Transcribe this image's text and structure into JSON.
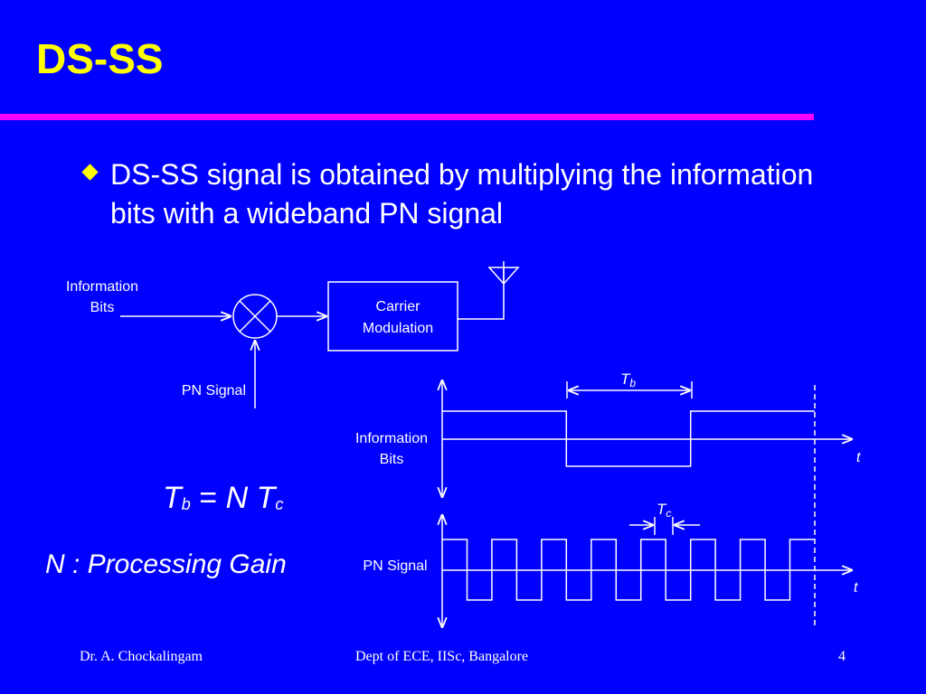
{
  "slide": {
    "title": "DS-SS",
    "bullet": "DS-SS signal is obtained by multiplying the information bits with a wideband PN signal",
    "equation": {
      "lhs": "T",
      "lhs_sub": "b",
      "eq": "=",
      "n": "N",
      "rhs": "T",
      "rhs_sub": "c"
    },
    "processing_gain": "N : Processing Gain",
    "colors": {
      "background": "#0000ff",
      "title": "#ffff00",
      "rule": "#ff00ff",
      "text": "#ffffff"
    }
  },
  "block_diagram": {
    "input_label_line1": "Information",
    "input_label_line2": "Bits",
    "pn_label": "PN Signal",
    "mixer_icon": "multiplier-icon",
    "modulator_line1": "Carrier",
    "modulator_line2": "Modulation",
    "antenna_icon": "antenna-icon"
  },
  "waveforms": {
    "info_label_line1": "Information",
    "info_label_line2": "Bits",
    "pn_label": "PN Signal",
    "time_axis_label": "t",
    "bit_period_label": "T",
    "bit_period_sub": "b",
    "chip_period_label": "T",
    "chip_period_sub": "c",
    "info_bits": [
      1,
      -1,
      1
    ],
    "pn_chips": [
      1,
      -1,
      1,
      -1,
      1,
      -1,
      1,
      -1,
      1,
      -1,
      1,
      -1,
      1,
      -1,
      1
    ]
  },
  "footer": {
    "left": "Dr. A. Chockalingam",
    "center": "Dept of ECE, IISc, Bangalore",
    "page": "4"
  }
}
